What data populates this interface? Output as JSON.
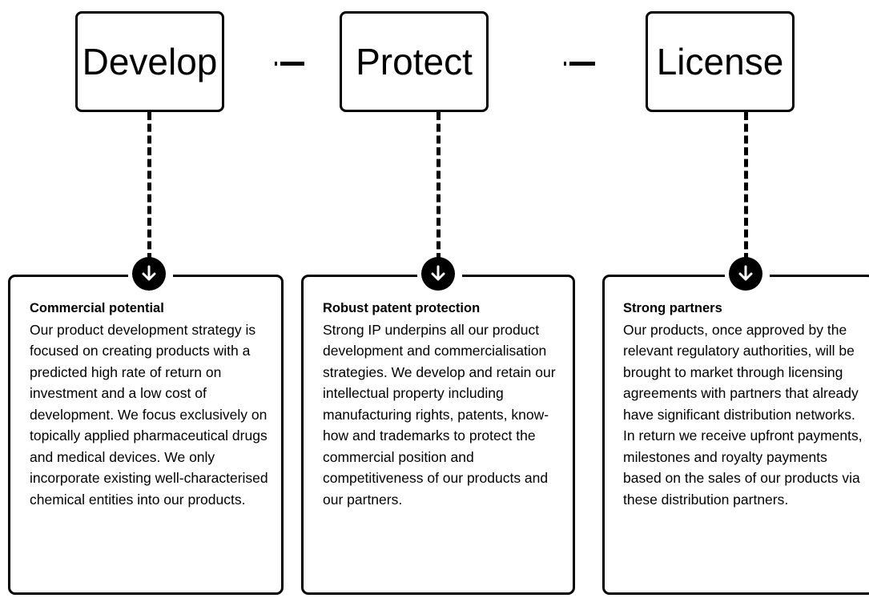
{
  "stages": [
    {
      "label": "Develop"
    },
    {
      "label": "Protect"
    },
    {
      "label": "License"
    }
  ],
  "panels": [
    {
      "title": "Commercial potential",
      "body": "Our product development strategy is focused on creating products with a predicted high rate of return on investment and a low cost of development. We focus exclusively on topically applied pharmaceutical drugs and medical devices. We only incorporate existing well-characterised chemical entities into our products."
    },
    {
      "title": "Robust patent protection",
      "body": "Strong IP underpins all our product development and commercialisation strategies. We develop and retain our intellectual property including manufacturing rights, patents, know-how and trademarks to protect the commercial position and competitiveness of our products and our partners."
    },
    {
      "title": "Strong partners",
      "body": "Our products, once approved by the relevant regulatory authorities, will be brought to market through licensing agreements with partners that already have significant distribution networks. In return we receive upfront payments, milestones and royalty payments based on the sales of our products via these distribution partners."
    }
  ],
  "icons": {
    "arrow": "arrow-down-circle-icon"
  }
}
